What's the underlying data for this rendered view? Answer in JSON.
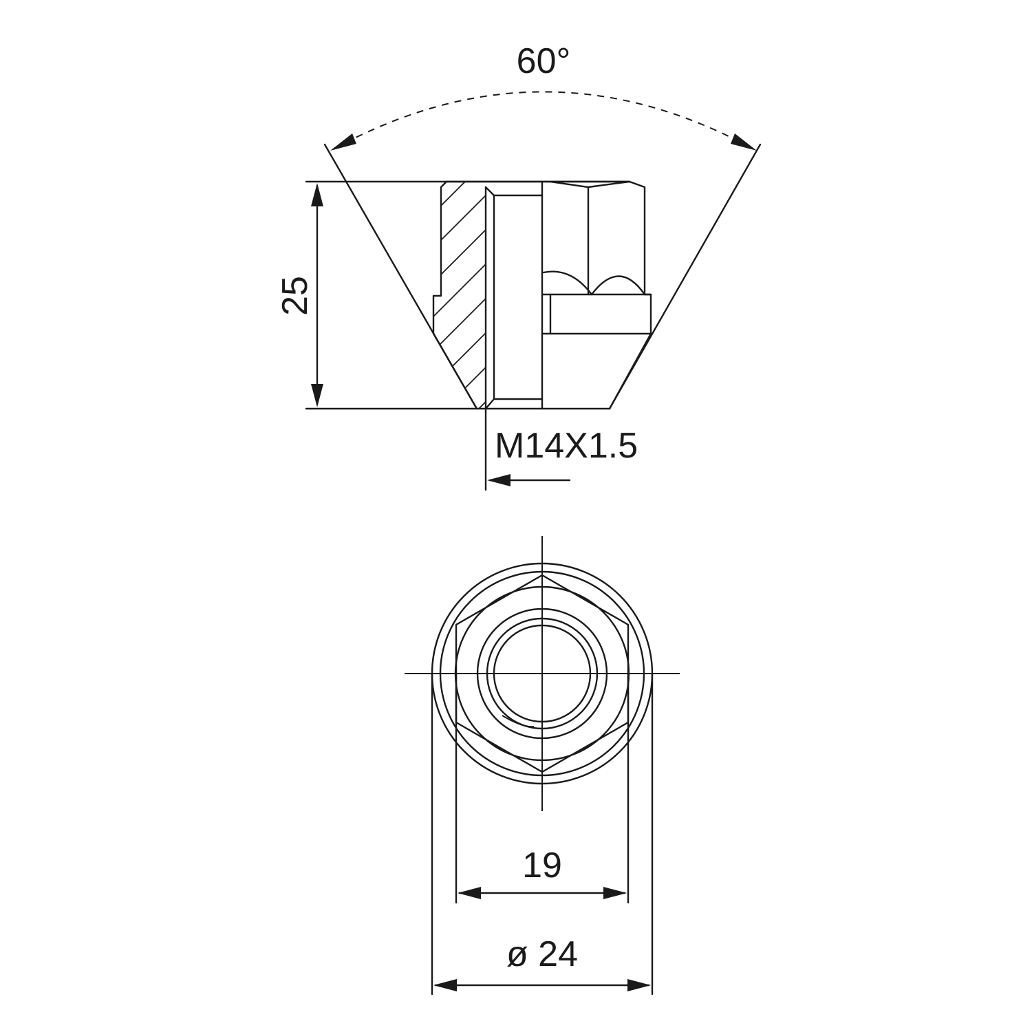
{
  "drawing": {
    "angle_label": "60°",
    "height_label": "25",
    "thread_label": "M14X1.5",
    "hex_label": "19",
    "diameter_label": "ø 24"
  }
}
